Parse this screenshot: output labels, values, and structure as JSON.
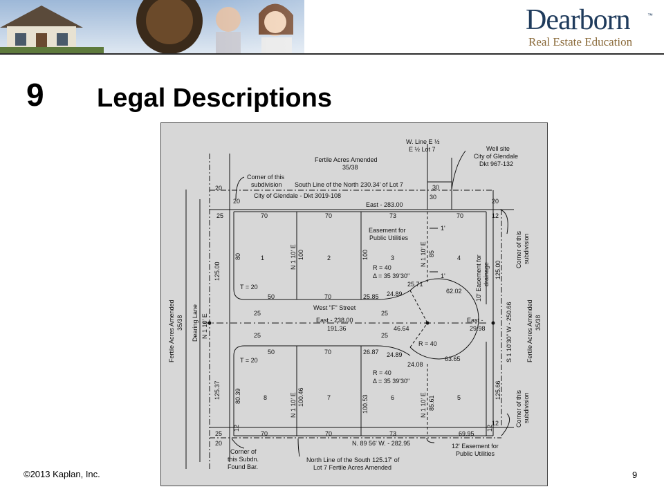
{
  "header": {
    "logo_main": "Dearborn",
    "logo_sub": "Real Estate Education",
    "logo_tm": "™"
  },
  "slide": {
    "chapter_number": "9",
    "title": "Legal Descriptions"
  },
  "footer": {
    "copyright": "©2013 Kaplan, Inc.",
    "page_number": "9"
  },
  "plat": {
    "labels": {
      "w_line_1": "W. Line E ½",
      "w_line_2": "E ½ Lot 7",
      "fertile_top_1": "Fertile Acres Amended",
      "fertile_top_2": "35/38",
      "well_1": "Well site",
      "well_2": "City of Glendale",
      "well_3": "Dkt 967-132",
      "corner_top_1": "Corner of this",
      "corner_top_2": "subdivision",
      "south_line": "South Line of the North 230.34' of Lot 7",
      "glendale_dkt": "City of Glendale - Dkt 3019-108",
      "east_283": "East - 283.00",
      "easement_pu_1": "Easement for",
      "easement_pu_2": "Public Utilities",
      "one_ft_a": "1'",
      "one_ft_b": "1'",
      "r40_top": "R = 40",
      "delta_top": "Δ = 35 39'30\"",
      "t20_top": "T = 20",
      "t20_bot": "T = 20",
      "west_f_street": "West \"F\" Street",
      "east_238": "East - 238.00",
      "east_short": "East -",
      "v29_98": "29.98",
      "r40_circle": "R = 40",
      "r40_bot": "R = 40",
      "delta_bot": "Δ = 35 39'30\"",
      "easement_drain_1": "10' Easement for",
      "easement_drain_2": "drainage",
      "corner_right_top_1": "Corner of this",
      "corner_right_top_2": "subdivision",
      "corner_right_bot_1": "Corner of this",
      "corner_right_bot_2": "subdivision",
      "fertile_right_1": "Fertile Acres Amended",
      "fertile_right_2": "35/38",
      "s_bearing": "S 1 10'30\" W - 250.66",
      "fertile_left_1": "Fertile Acres Amended",
      "fertile_left_2": "35/38",
      "dearing_1": "Dearing Lane",
      "dearing_2": "N 1 10' E",
      "n89": "N. 89 56' W. - 282.95",
      "corner_found_1": "Corner of",
      "corner_found_2": "this Subdn.",
      "corner_found_3": "Found Bar.",
      "north_line_1": "North Line of the South 125.17' of",
      "north_line_2": "Lot 7 Fertile Acres Amended",
      "easement12_1": "12' Easement for",
      "easement12_2": "Public Utilities",
      "n110e_lot1": "N 1 10' E",
      "n110e_lot3": "N 1 10' E",
      "n110e_lot8": "N 1 10' E",
      "n110e_lot6": "N 1 10' E"
    },
    "numbers": {
      "v20_a": "20",
      "v20_b": "20",
      "v20_c": "20",
      "v20_d": "20",
      "v30_a": "30",
      "v30_b": "30",
      "v25_a": "25",
      "v25_b": "25",
      "v25_c": "25",
      "v25_d": "25",
      "v25_e": "25",
      "v25_f": "25",
      "v12_a": "12",
      "v12_b": "12",
      "v12_c": "12",
      "v12_d": "12",
      "v70_a": "70",
      "v70_b": "70",
      "v73_a": "73",
      "v70_c": "70",
      "v70_d": "70",
      "v70_e": "70",
      "v73_b": "73",
      "v69_95": "69.95",
      "v125_00_l": "125.00",
      "v125_00_r": "125.00",
      "v125_37": "125.37",
      "v125_66": "125.66",
      "v80": "80",
      "v100_a": "100",
      "v100_b": "100",
      "v85": "85",
      "v80_39": "80.39",
      "v100_46": "100.46",
      "v100_53": "100.53",
      "v85_61": "85.61",
      "lot1": "1",
      "lot2": "2",
      "lot3": "3",
      "lot4": "4",
      "lot5": "5",
      "lot6": "6",
      "lot7": "7",
      "lot8": "8",
      "v50_a": "50",
      "v70_f": "70",
      "v25_85": "25.85",
      "v24_89_a": "24.89",
      "v25_71": "25.71",
      "v62_02": "62.02",
      "v50_b": "50",
      "v70_g": "70",
      "v26_87": "26.87",
      "v24_89_b": "24.89",
      "v24_08": "24.08",
      "v63_65": "63.65",
      "v191_36": "191.36",
      "v46_64": "46.64"
    }
  }
}
